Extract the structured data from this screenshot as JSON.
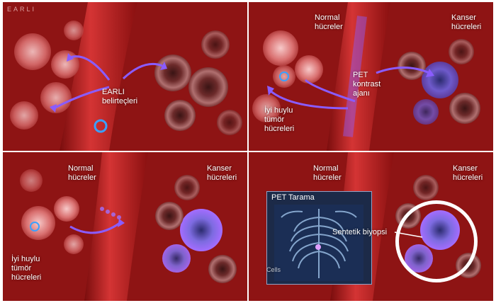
{
  "brand": "EARLI",
  "panels": {
    "p1": {
      "label_probes": "EARLI belirteçleri"
    },
    "p2": {
      "label_normal": "Normal hücreler",
      "label_cancer": "Kanser hücreleri",
      "label_pet": "PET kontrast ajanı",
      "label_benign": "İyi huylu tümör hücreleri"
    },
    "p3": {
      "label_normal": "Normal hücreler",
      "label_cancer": "Kanser hücreleri",
      "label_benign": "İyi huylu tümör hücreleri"
    },
    "p4": {
      "label_normal": "Normal hücreler",
      "label_cancer": "Kanser hücreleri",
      "pet_title": "PET Tarama",
      "label_biopsy": "Sentetik biyopsi",
      "label_cells": "Cells"
    }
  },
  "colors": {
    "tissue": "#8e1414",
    "vessel": "#b51e1e",
    "arrow": "#8a5cff",
    "cancer_glow": "#9b6bff"
  }
}
